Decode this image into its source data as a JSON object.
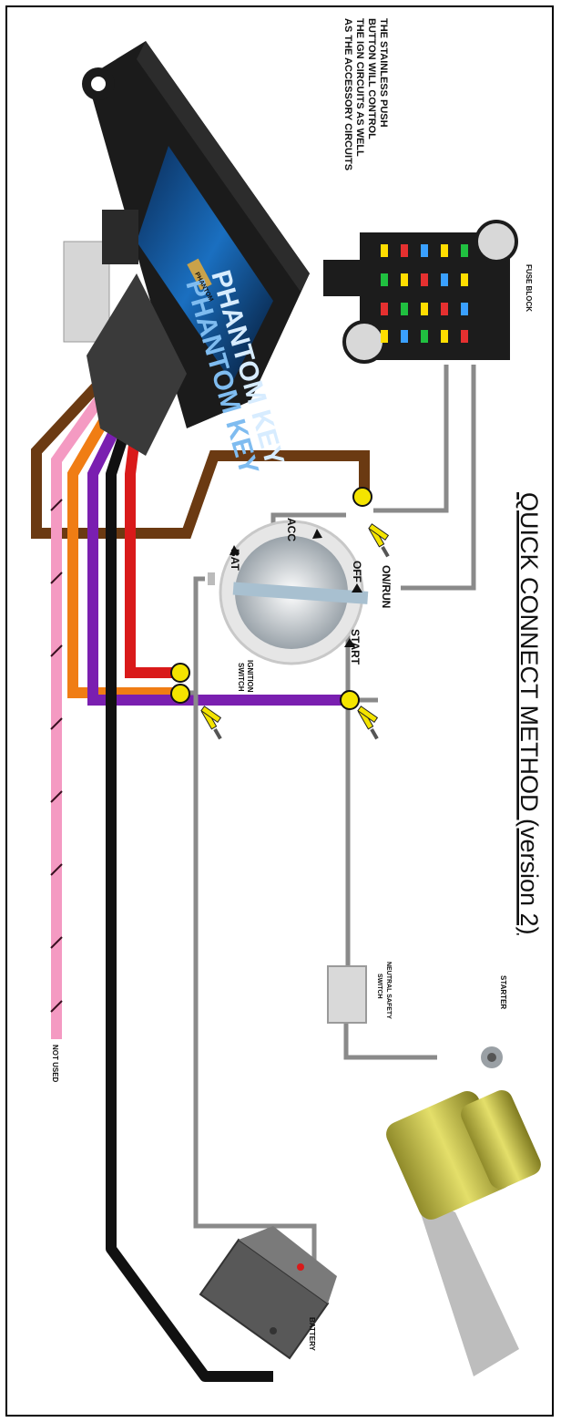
{
  "title": "QUICK CONNECT METHOD (version 2)",
  "note_lines": [
    "THE STAINLESS PUSH",
    "BUTTON WILL CONTROL",
    "THE IGN CIRCUITS AS WELL",
    "AS THE ACCESSORY CIRCUITS"
  ],
  "module_logo_lines": [
    "PHANTOM KEY",
    "PHANTOM KEY"
  ],
  "module_badge": "PHANTOM",
  "labels": {
    "fuse_block": "FUSE BLOCK",
    "ignition_switch_line1": "IGNITION",
    "ignition_switch_line2": "SWITCH",
    "acc": "ACC",
    "off": "OFF",
    "on_run": "ON/RUN",
    "start": "START",
    "bat": "BAT",
    "neutral_line1": "NEUTRAL SAFETY",
    "neutral_line2": "SWITCH",
    "starter": "STARTER",
    "battery": "BATTERY",
    "not_used": "NOT USED"
  },
  "colors": {
    "brown": "#6b3a12",
    "pink": "#f49ac2",
    "orange": "#f07d14",
    "purple": "#7a1fb0",
    "black": "#111111",
    "red": "#d91a1a",
    "gray": "#8a8a8a",
    "connector": "#f4e400"
  }
}
